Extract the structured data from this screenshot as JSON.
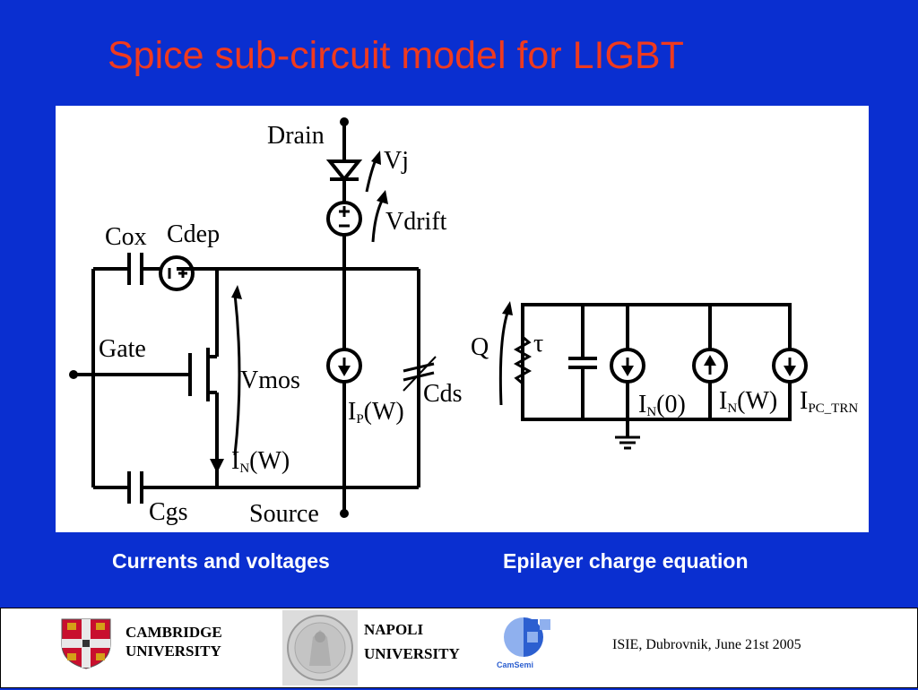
{
  "slide": {
    "title": "Spice sub-circuit model for LIGBT",
    "caption_left": "Currents and voltages",
    "caption_right": "Epilayer charge equation"
  },
  "diagram": {
    "left_circuit": {
      "drain": "Drain",
      "source": "Source",
      "gate": "Gate",
      "vj": "Vj",
      "vdrift": "Vdrift",
      "cox": "Cox",
      "cdep": "Cdep",
      "vmos": "Vmos",
      "cds": "Cds",
      "cgs": "Cgs",
      "ip_main": "I",
      "ip_sub": "P",
      "ip_tail": "(W)",
      "in_main": "I",
      "in_sub": "N",
      "in_tail": "(W)"
    },
    "right_circuit": {
      "q": "Q",
      "tau": "τ",
      "in0_main": "I",
      "in0_sub": "N",
      "in0_tail": "(0)",
      "inw_main": "I",
      "inw_sub": "N",
      "inw_tail": "(W)",
      "ipc_main": "I",
      "ipc_sub": "PC_TRN"
    }
  },
  "footer": {
    "cambridge_line1": "CAMBRIDGE",
    "cambridge_line2": "UNIVERSITY",
    "napoli_line1": "NAPOLI",
    "napoli_line2": "UNIVERSITY",
    "camsemi_logo_text": "CamSemi",
    "conference": "ISIE,  Dubrovnik, June 21st 2005"
  },
  "colors": {
    "background": "#0a2fd0",
    "title": "#f03a1e",
    "caption": "#ffffff"
  }
}
